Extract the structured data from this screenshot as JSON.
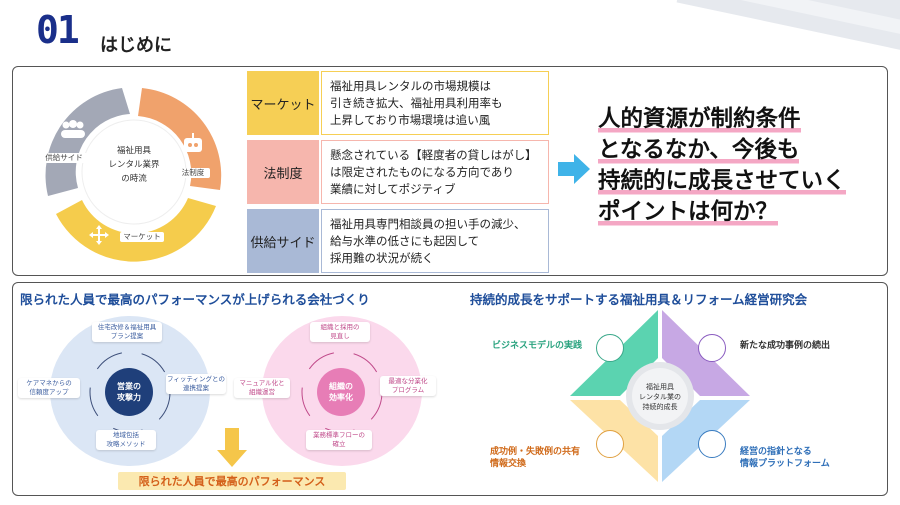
{
  "header": {
    "number": "01",
    "title": "はじめに"
  },
  "cycle": {
    "center": [
      "福祉用具",
      "レンタル業界",
      "の時流"
    ],
    "segments": [
      "供給サイド",
      "法制度",
      "マーケット"
    ]
  },
  "rows": [
    {
      "label": "マーケット",
      "text": [
        "福祉用具レンタルの市場規模は",
        "引き続き拡大、福祉用具利用率も",
        "上昇しており市場環境は追い風"
      ],
      "color": "#f6cf55"
    },
    {
      "label": "法制度",
      "text": [
        "懸念されている【軽度者の貸しはがし】",
        "は限定されたものになる方向であり",
        "業績に対してポジティブ"
      ],
      "color": "#f6b6ad"
    },
    {
      "label": "供給サイド",
      "text": [
        "福祉用具専門相談員の担い手の減少、",
        "給与水準の低さにも起因して",
        "採用難の状況が続く"
      ],
      "color": "#a9b9d6"
    }
  ],
  "message": [
    "人的資源が制約条件",
    "となるなか、今後も",
    "持続的に成長させていく",
    "ポイントは何か？"
  ],
  "left_section": {
    "title": "限られた人員で最高のパフォーマンスが上げられる会社づくり",
    "blue_center": [
      "営業の",
      "攻撃力"
    ],
    "blue_chips": [
      [
        "住宅改修＆福祉用具",
        "プラン提案"
      ],
      [
        "フィッティングとの",
        "連携提案"
      ],
      [
        "地域包括",
        "攻略メソッド"
      ],
      [
        "ケアマネからの",
        "信頼度アップ"
      ]
    ],
    "pink_center": [
      "組織の",
      "効率化"
    ],
    "pink_chips": [
      [
        "組織と採用の",
        "見直し"
      ],
      [
        "最適な分業化",
        "プログラム"
      ],
      [
        "業務標準フローの",
        "確立"
      ],
      [
        "マニュアル化と",
        "組織運営"
      ]
    ],
    "banner": "限られた人員で最高のパフォーマンス"
  },
  "right_section": {
    "title": "持続的成長をサポートする福祉用具＆リフォーム経営研究会",
    "center": [
      "福祉用具",
      "レンタル業の",
      "持続的成長"
    ],
    "labels": [
      "ビジネスモデルの実践",
      "新たな成功事例の続出",
      "成功例・失敗例の共有",
      "情報交換",
      "経営の指針となる",
      "情報プラットフォーム"
    ]
  }
}
